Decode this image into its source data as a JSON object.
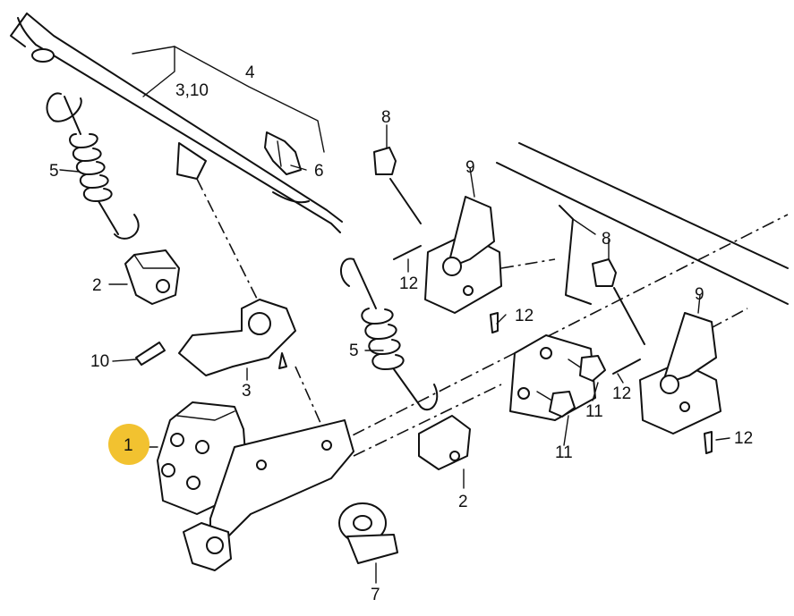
{
  "callouts": {
    "c1": "1",
    "c2a": "2",
    "c2b": "2",
    "c3": "3",
    "c3_10": "3,10",
    "c4": "4",
    "c5a": "5",
    "c5b": "5",
    "c6": "6",
    "c7": "7",
    "c8a": "8",
    "c8b": "8",
    "c9a": "9",
    "c9b": "9",
    "c10": "10",
    "c11a": "11",
    "c11b": "11",
    "c12a": "12",
    "c12b": "12",
    "c12c": "12",
    "c12d": "12"
  },
  "colors": {
    "line": "#111111",
    "highlight": "#f2c230",
    "background": "#ffffff"
  }
}
